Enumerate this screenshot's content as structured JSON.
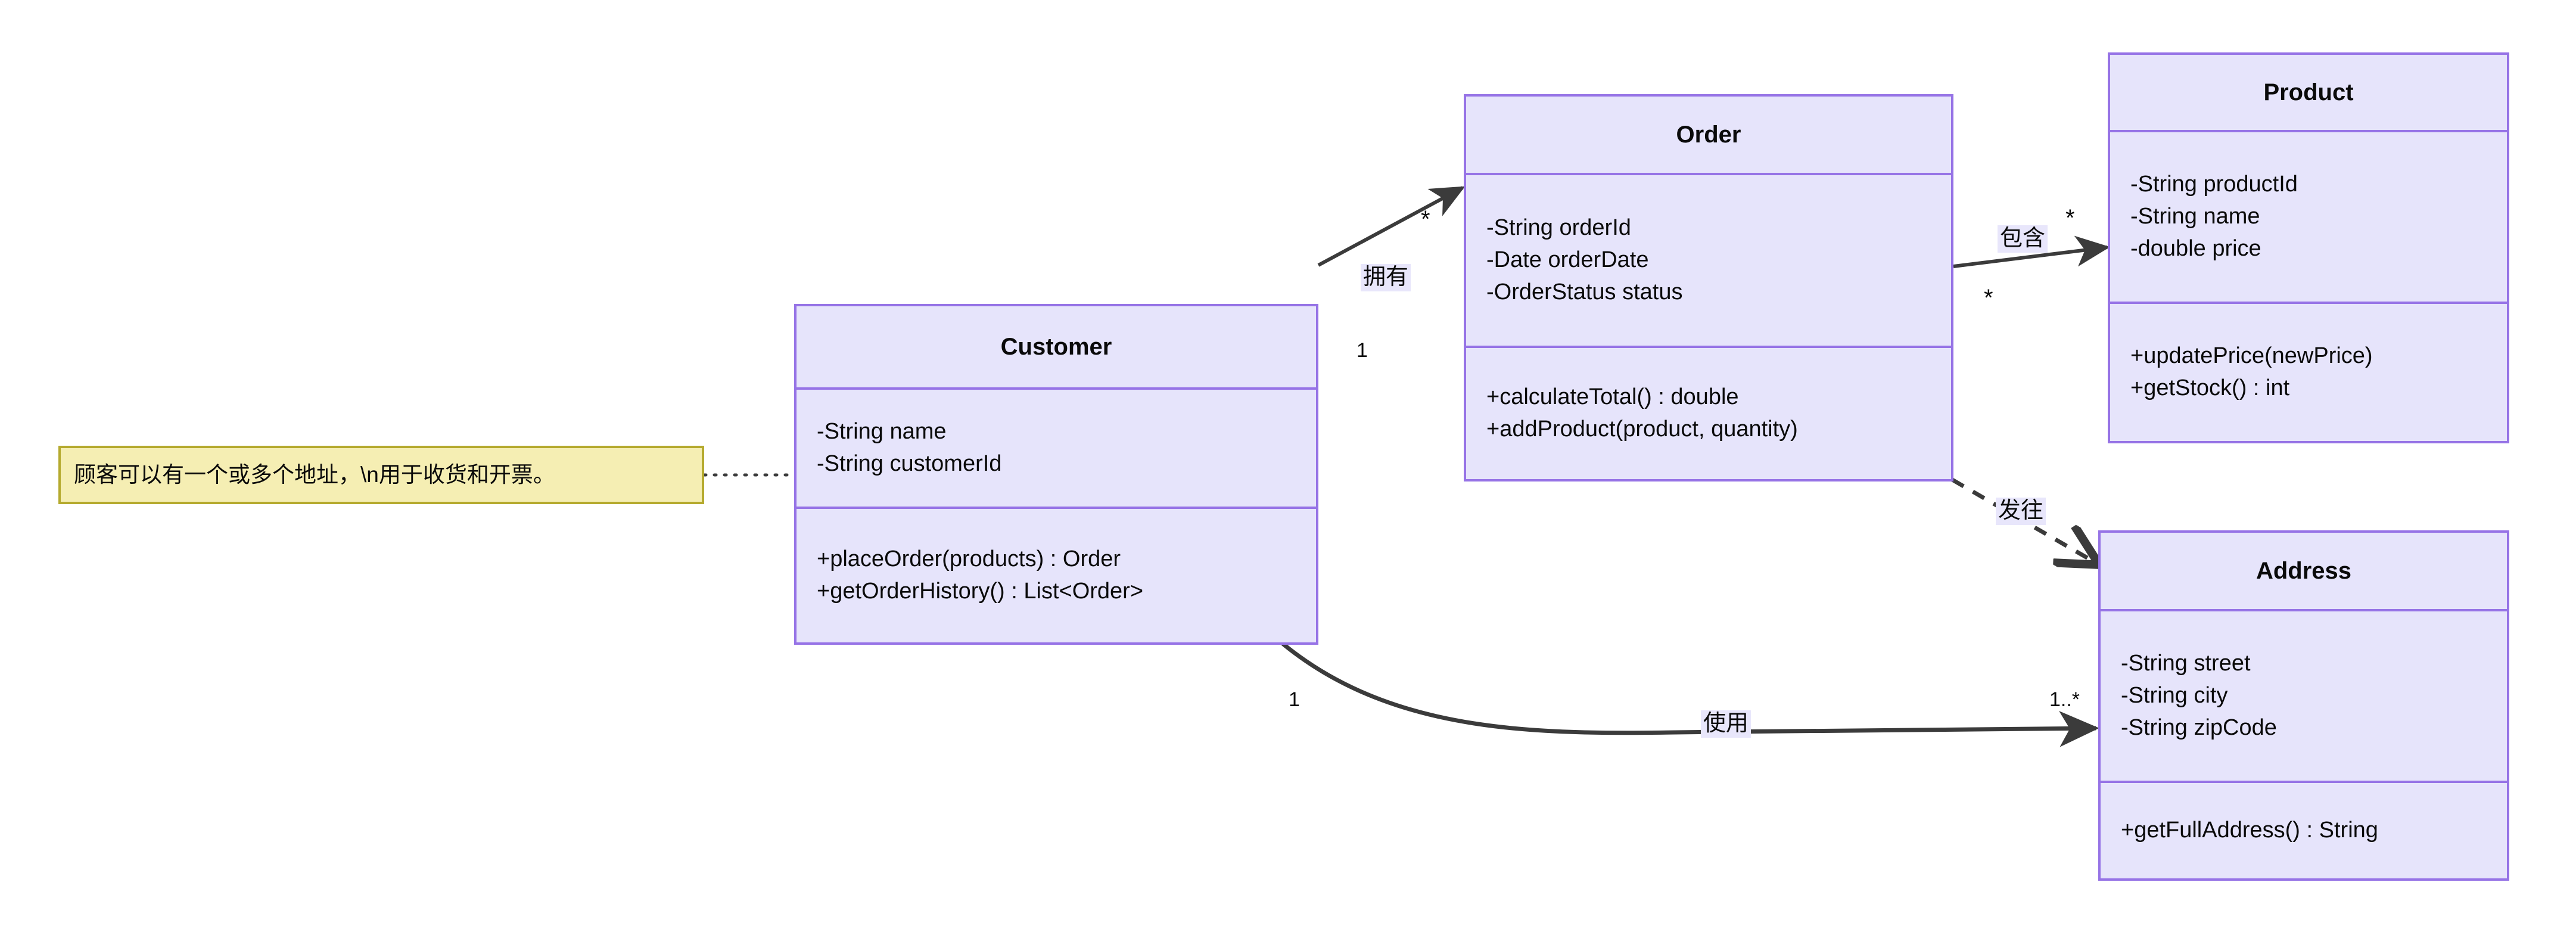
{
  "diagram": {
    "type": "uml-class-diagram",
    "background": "#ffffff",
    "class_fill": "#e6e4fb",
    "class_border": "#9673e6",
    "note_fill": "#f5eeb3",
    "note_border": "#b5aa2e",
    "edge_color": "#3b3b3b"
  },
  "classes": [
    {
      "name": "Customer",
      "attributes": [
        "-String name",
        "-String customerId"
      ],
      "methods": [
        "+placeOrder(products) : Order",
        "+getOrderHistory() : List<Order>"
      ]
    },
    {
      "name": "Order",
      "attributes": [
        "-String orderId",
        "-Date orderDate",
        "-OrderStatus status"
      ],
      "methods": [
        "+calculateTotal() : double",
        "+addProduct(product, quantity)"
      ]
    },
    {
      "name": "Product",
      "attributes": [
        "-String productId",
        "-String name",
        "-double price"
      ],
      "methods": [
        "+updatePrice(newPrice)",
        "+getStock() : int"
      ]
    },
    {
      "name": "Address",
      "attributes": [
        "-String street",
        "-String city",
        "-String zipCode"
      ],
      "methods": [
        "+getFullAddress() : String"
      ]
    }
  ],
  "relations": [
    {
      "id": "customer-owns-order",
      "from": "Customer",
      "to": "Order",
      "label": "拥有",
      "source_multiplicity": "1",
      "target_multiplicity": "*",
      "style": "solid",
      "arrow": "filled"
    },
    {
      "id": "order-contains-product",
      "from": "Order",
      "to": "Product",
      "label": "包含",
      "source_multiplicity": "*",
      "target_multiplicity": "*",
      "style": "solid",
      "arrow": "filled"
    },
    {
      "id": "order-ships-to-address",
      "from": "Order",
      "to": "Address",
      "label": "发往",
      "source_multiplicity": "",
      "target_multiplicity": "",
      "style": "dashed",
      "arrow": "open"
    },
    {
      "id": "customer-uses-address",
      "from": "Customer",
      "to": "Address",
      "label": "使用",
      "source_multiplicity": "1",
      "target_multiplicity": "1..*",
      "style": "solid",
      "arrow": "filled"
    }
  ],
  "note": {
    "text": "顾客可以有一个或多个地址，\\n用于收货和开票。",
    "attached_to": "Customer",
    "connector_style": "dotted"
  }
}
